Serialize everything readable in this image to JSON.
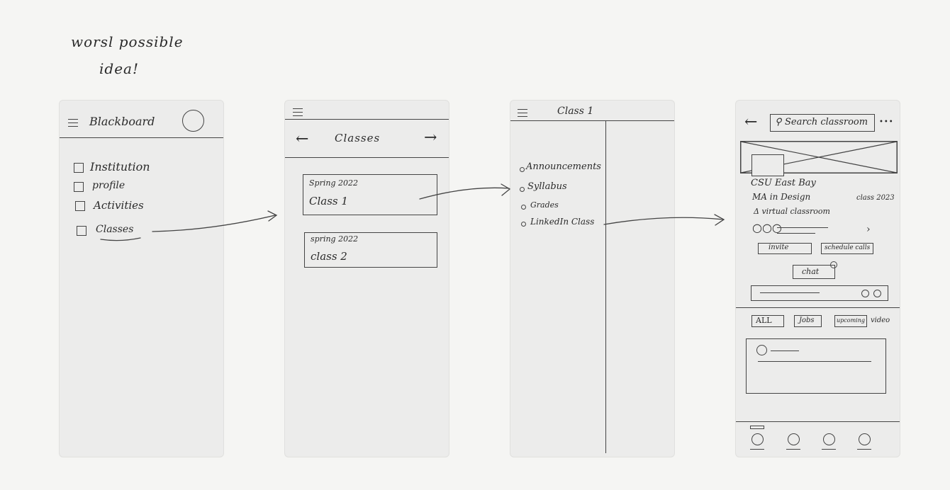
{
  "note": {
    "line1": "worsl possible",
    "line2": "idea!"
  },
  "screen1": {
    "title": "Blackboard",
    "menu_items": [
      "Institution",
      "profile",
      "Activities",
      "Classes"
    ]
  },
  "screen2": {
    "title": "Classes",
    "cards": [
      {
        "term": "Spring 2022",
        "name": "Class 1"
      },
      {
        "term": "spring 2022",
        "name": "class 2"
      }
    ]
  },
  "screen3": {
    "title": "Class 1",
    "items": [
      "Announcements",
      "Syllabus",
      "Grades",
      "LinkedIn Class"
    ]
  },
  "screen4": {
    "search_placeholder": "Search classroom",
    "more": "•••",
    "school": "CSU East Bay",
    "program": "MA in Design",
    "class_year": "class 2023",
    "virtual": "Δ virtual classroom",
    "invite": "invite",
    "schedule": "schedule calls",
    "chat": "chat",
    "tabs": [
      "ALL",
      "Jobs",
      "upcoming",
      "video"
    ]
  },
  "icons": {
    "menu": "hamburger-icon",
    "back": "arrow-left-icon",
    "forward": "arrow-right-icon",
    "search": "search-icon",
    "avatar": "avatar-circle-icon"
  }
}
